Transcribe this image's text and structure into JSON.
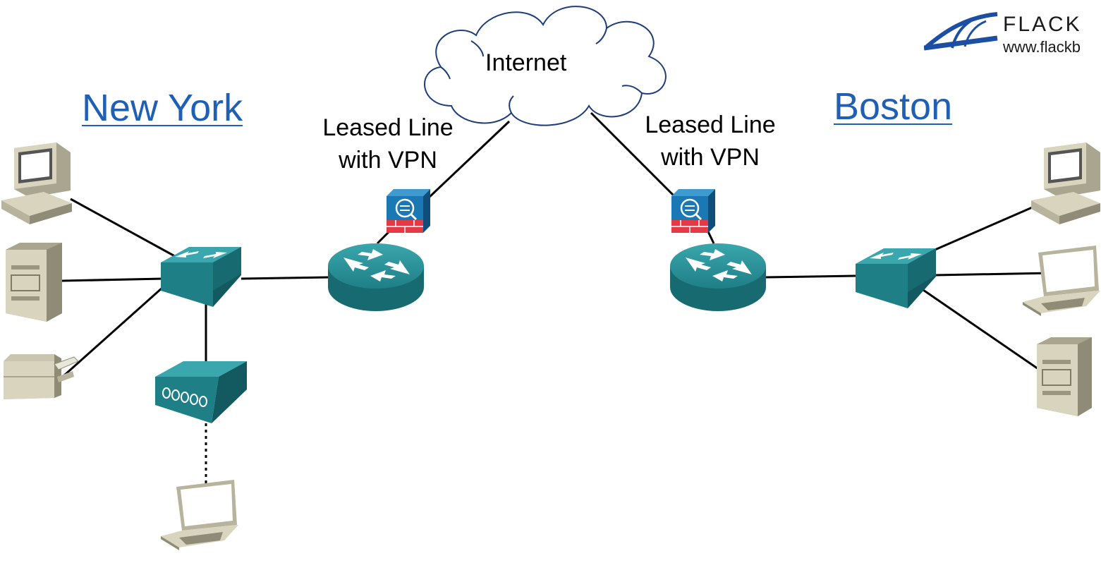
{
  "cloud": {
    "label": "Internet"
  },
  "sites": {
    "left": "New York",
    "right": "Boston"
  },
  "links": {
    "left": {
      "line1": "Leased Line",
      "line2": "with VPN"
    },
    "right": {
      "line1": "Leased Line",
      "line2": "with VPN"
    }
  },
  "logo": {
    "title": "FLACK",
    "url": "www.flackb"
  },
  "colors": {
    "device_teal": "#1f7f86",
    "device_teal_dark": "#125a60",
    "firewall_blue": "#1a78b4",
    "firewall_red": "#e63946",
    "site_text": "#1f5fb4",
    "logo_blue": "#1c4fa3"
  },
  "icons": [
    "cloud-icon",
    "router-icon",
    "switch-icon",
    "firewall-icon",
    "desktop-pc-icon",
    "server-icon",
    "printer-icon",
    "laptop-icon",
    "access-point-icon"
  ]
}
